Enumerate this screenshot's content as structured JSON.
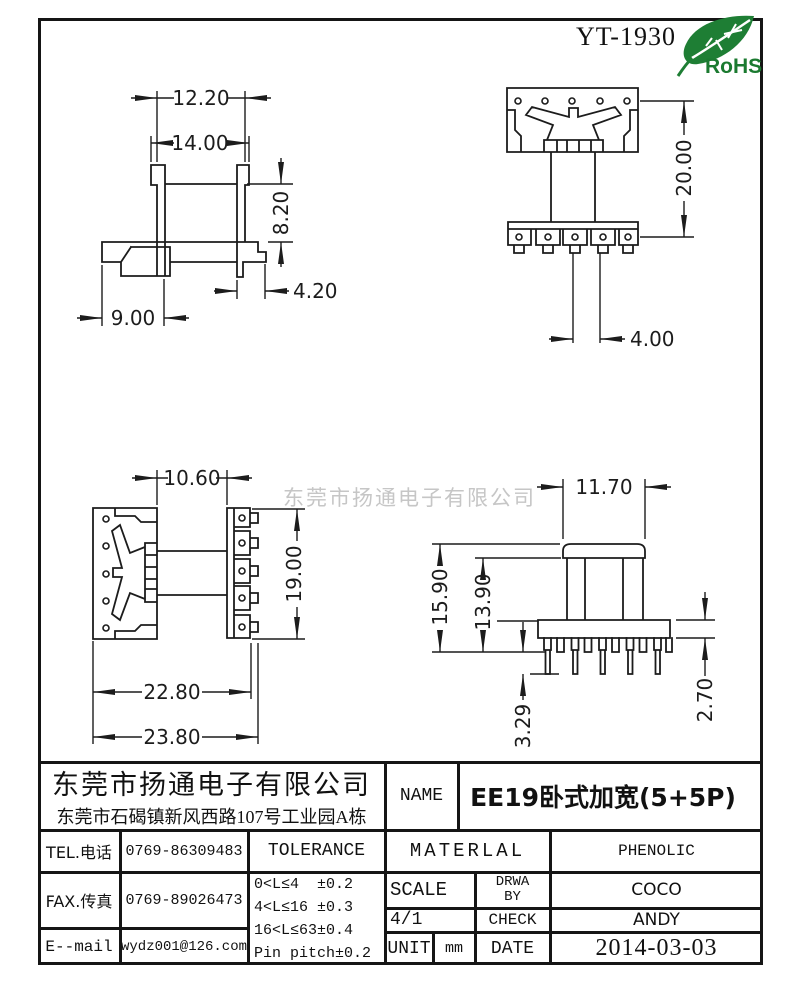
{
  "header": {
    "part_no": "YT-1930",
    "rohs_label": "RoHS"
  },
  "watermark": "东莞市扬通电子有限公司",
  "views": {
    "top_left": {
      "dims": {
        "d1": "12.20",
        "d2": "14.00",
        "d3": "8.20",
        "d4": "4.20",
        "d5": "9.00"
      }
    },
    "top_right": {
      "dims": {
        "d1": "20.00",
        "d2": "4.00"
      }
    },
    "bottom_left": {
      "dims": {
        "d1": "10.60",
        "d2": "19.00",
        "d3": "22.80",
        "d4": "23.80"
      }
    },
    "bottom_right": {
      "dims": {
        "d1": "11.70",
        "d2": "15.90",
        "d3": "13.90",
        "d4": "2.70",
        "d5": "3.29"
      }
    }
  },
  "title_block": {
    "company": "东莞市扬通电子有限公司",
    "address": "东莞市石碣镇新风西路107号工业园A栋",
    "tel_label": "TEL.电话",
    "tel": "0769-86309483",
    "fax_label": "FAX.传真",
    "fax": "0769-89026473",
    "email_label": "E--mail",
    "email": "wydz001@126.com",
    "tolerance_label": "TOLERANCE",
    "tolerance_lines": [
      "0<L≤4  ±0.2",
      "4<L≤16 ±0.3",
      "16<L≤63±0.4",
      "Pin pitch±0.2"
    ],
    "name_label": "NAME",
    "name": "EE19卧式加宽(5+5P)",
    "material_label": "MATERLAL",
    "material": "PHENOLIC",
    "scale_label": "SCALE",
    "scale": "4/1",
    "drawn_label": "DRWA BY",
    "drawn_by": "COCO",
    "check_label": "CHECK",
    "checked_by": "ANDY",
    "unit_label": "UNIT",
    "unit": "mm",
    "date_label": "DATE",
    "date": "2014-03-03"
  }
}
